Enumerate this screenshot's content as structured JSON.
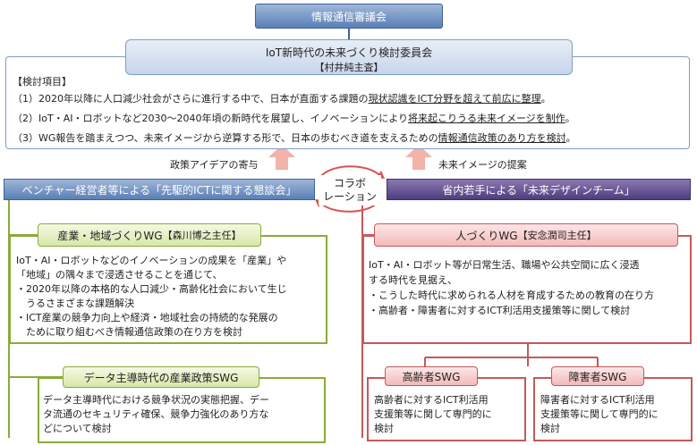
{
  "top": {
    "title": "情報通信審議会"
  },
  "committee": {
    "title": "IoT新時代の未来づくり検討委員会",
    "chair": "【村井純主査】"
  },
  "items": {
    "header": "【検討項目】",
    "list": [
      {
        "num": "（1）",
        "pre": "2020年以降に人口減少社会がさらに進行する中で、日本が直面する課題の",
        "ul": "現状認識をICT分野を超えて前広に整理",
        "post": "。"
      },
      {
        "num": "（2）",
        "pre": "IoT・AI・ロボットなど2030～2040年頃の新時代を展望し、イノベーションにより",
        "ul": "将来起こりうる未来イメージを制作",
        "post": "。"
      },
      {
        "num": "（3）",
        "pre": "WG報告を踏まえつつ、未来イメージから逆算する形で、日本の歩むべき道を支えるための",
        "ul": "情報通信政策のあり方を検討",
        "post": "。"
      }
    ]
  },
  "arrows": {
    "left_label": "政策アイデアの寄与",
    "right_label": "未来イメージの提案",
    "collab": "コラボ\nレーション"
  },
  "left_group": {
    "title": "ベンチャー経営者等による「先駆的ICTに関する懇談会」"
  },
  "right_group": {
    "title": "省内若手による「未来デザインチーム」"
  },
  "wg1": {
    "title": "産業・地域づくりWG",
    "chair": "【森川博之主任】",
    "lines": [
      "IoT・AI・ロボットなどのイノベーションの成果を「産業」や",
      "「地域」の隅々まで浸透させることを通じて、",
      "・2020年以降の本格的な人口減少・高齢化社会において生じ",
      "　うるさまざまな課題解決",
      "・ICT産業の競争力向上や経済・地域社会の持続的な発展の",
      "　ために取り組むべき情報通信政策の在り方を検討"
    ]
  },
  "swg1": {
    "title": "データ主導時代の産業政策SWG",
    "lines": [
      "データ主導時代における競争状況の実態把握、デー",
      "タ流通のセキュリティ確保、競争力強化のあり方な",
      "どについて検討"
    ]
  },
  "wg2": {
    "title": "人づくりWG",
    "chair": "【安念潤司主任】",
    "lines": [
      "IoT・AI・ロボット等が日常生活、職場や公共空間に広く浸透",
      "する時代を見据え、",
      "・こうした時代に求められる人材を育成するための教育の在り方",
      "・高齢者・障害者に対するICT利活用支援策等に関して検討"
    ]
  },
  "swg2": {
    "title": "高齢者SWG",
    "lines": [
      "高齢者に対するICT利活用",
      "支援策等に関して専門的に",
      "検討"
    ]
  },
  "swg3": {
    "title": "障害者SWG",
    "lines": [
      "障害者に対するICT利活用",
      "支援策等に関して専門的に",
      "検討"
    ]
  },
  "colors": {
    "blue": "#5a7fb6",
    "purple": "#4e3d7f",
    "green": "#8aab3a",
    "red": "#c45a5a"
  }
}
